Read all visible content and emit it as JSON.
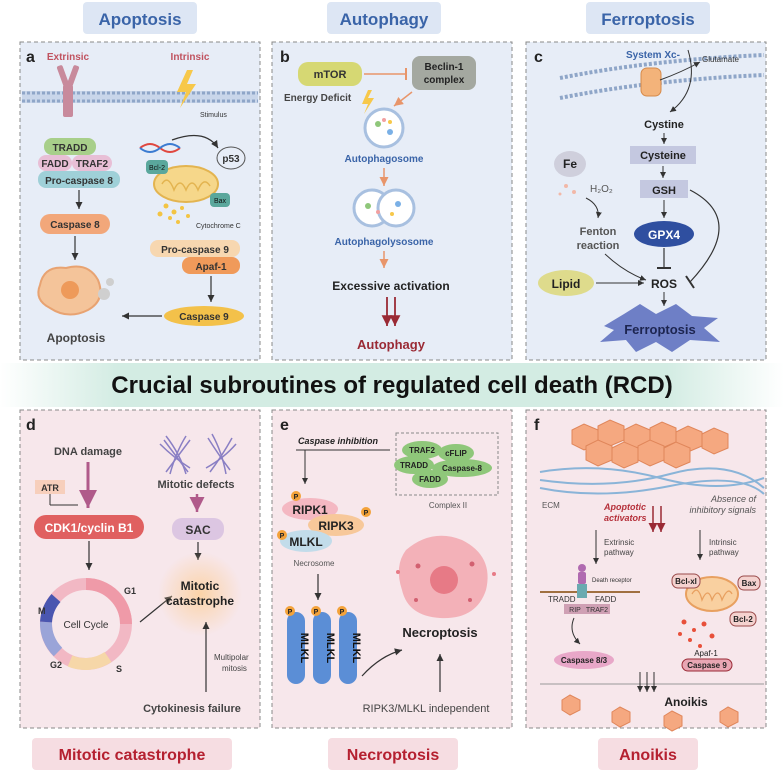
{
  "title": "Crucial subroutines of regulated cell death (RCD)",
  "colors": {
    "blue_heading": "#3a64a8",
    "red_heading": "#b52030",
    "top_panel_bg": "#e6ecf6",
    "bottom_panel_bg": "#f7e6ea",
    "banner": "#cfe9e0"
  },
  "panels": {
    "a": {
      "letter": "a",
      "heading": "Apoptosis",
      "extrinsic": "Extrinsic",
      "intrinsic": "Intrinsic",
      "stimulus": "Stimulus",
      "tradd": "TRADD",
      "fadd": "FADD",
      "traf2": "TRAF2",
      "procasp8": "Pro-caspase 8",
      "casp8": "Caspase 8",
      "p53": "p53",
      "bcl2": "Bcl-2",
      "bax": "Bax",
      "cytc": "Cytochrome C",
      "procasp9": "Pro-caspase 9",
      "apaf1": "Apaf-1",
      "casp9": "Caspase 9",
      "outcome": "Apoptosis"
    },
    "b": {
      "letter": "b",
      "heading": "Autophagy",
      "mtor": "mTOR",
      "beclin1": "Beclin-1",
      "beclin2": "complex",
      "energy": "Energy Deficit",
      "autophagosome": "Autophagosome",
      "autophagolysosome": "Autophagolysosome",
      "excessive": "Excessive activation",
      "outcome": "Autophagy"
    },
    "c": {
      "letter": "c",
      "heading": "Ferroptosis",
      "systemxc": "System Xc-",
      "glutamate": "Glutamate",
      "cystine": "Cystine",
      "cysteine": "Cysteine",
      "gsh": "GSH",
      "fe": "Fe",
      "h2o2": "H₂O₂",
      "fenton1": "Fenton",
      "fenton2": "reaction",
      "gpx4": "GPX4",
      "lipid": "Lipid",
      "ros": "ROS",
      "outcome": "Ferroptosis"
    },
    "d": {
      "letter": "d",
      "heading": "Mitotic catastrophe",
      "dna": "DNA damage",
      "atr": "ATR",
      "cdk": "CDK1/cyclin B1",
      "mitotic_defects": "Mitotic defects",
      "sac": "SAC",
      "mc1": "Mitotic",
      "mc2": "catastrophe",
      "g1": "G1",
      "m": "M",
      "g2": "G2",
      "s": "S",
      "cycle": "Cell Cycle",
      "multipolar1": "Multipolar",
      "multipolar2": "mitosis",
      "cytokinesis": "Cytokinesis failure"
    },
    "e": {
      "letter": "e",
      "heading": "Necroptosis",
      "caspase_inhibition": "Caspase inhibition",
      "traf2": "TRAF2",
      "cflip": "cFLIP",
      "tradd": "TRADD",
      "casp8": "Caspase-8",
      "fadd": "FADD",
      "complex2": "Complex II",
      "ripk1": "RIPK1",
      "ripk3": "RIPK3",
      "mlkl": "MLKL",
      "necrosome": "Necrosome",
      "p": "P",
      "mlkl_v": "MLKL",
      "outcome": "Necroptosis",
      "independent": "RIPK3/MLKL independent"
    },
    "f": {
      "letter": "f",
      "heading": "Anoikis",
      "ecm": "ECM",
      "absence1": "Absence of",
      "absence2": "inhibitory signals",
      "apop1": "Apoptotic",
      "apop2": "activators",
      "extrinsic1": "Extrinsic",
      "extrinsic2": "pathway",
      "intrinsic1": "Intrinsic",
      "intrinsic2": "pathway",
      "death_receptor": "Death receptor",
      "tradd": "TRADD",
      "fadd": "FADD",
      "rip": "RIP",
      "traf2": "TRAF2",
      "bclxl": "Bcl-xl",
      "bax": "Bax",
      "bcl2": "Bcl-2",
      "casp83": "Caspase 8/3",
      "apaf1": "Apaf-1",
      "casp9": "Caspase 9",
      "outcome": "Anoikis"
    }
  }
}
